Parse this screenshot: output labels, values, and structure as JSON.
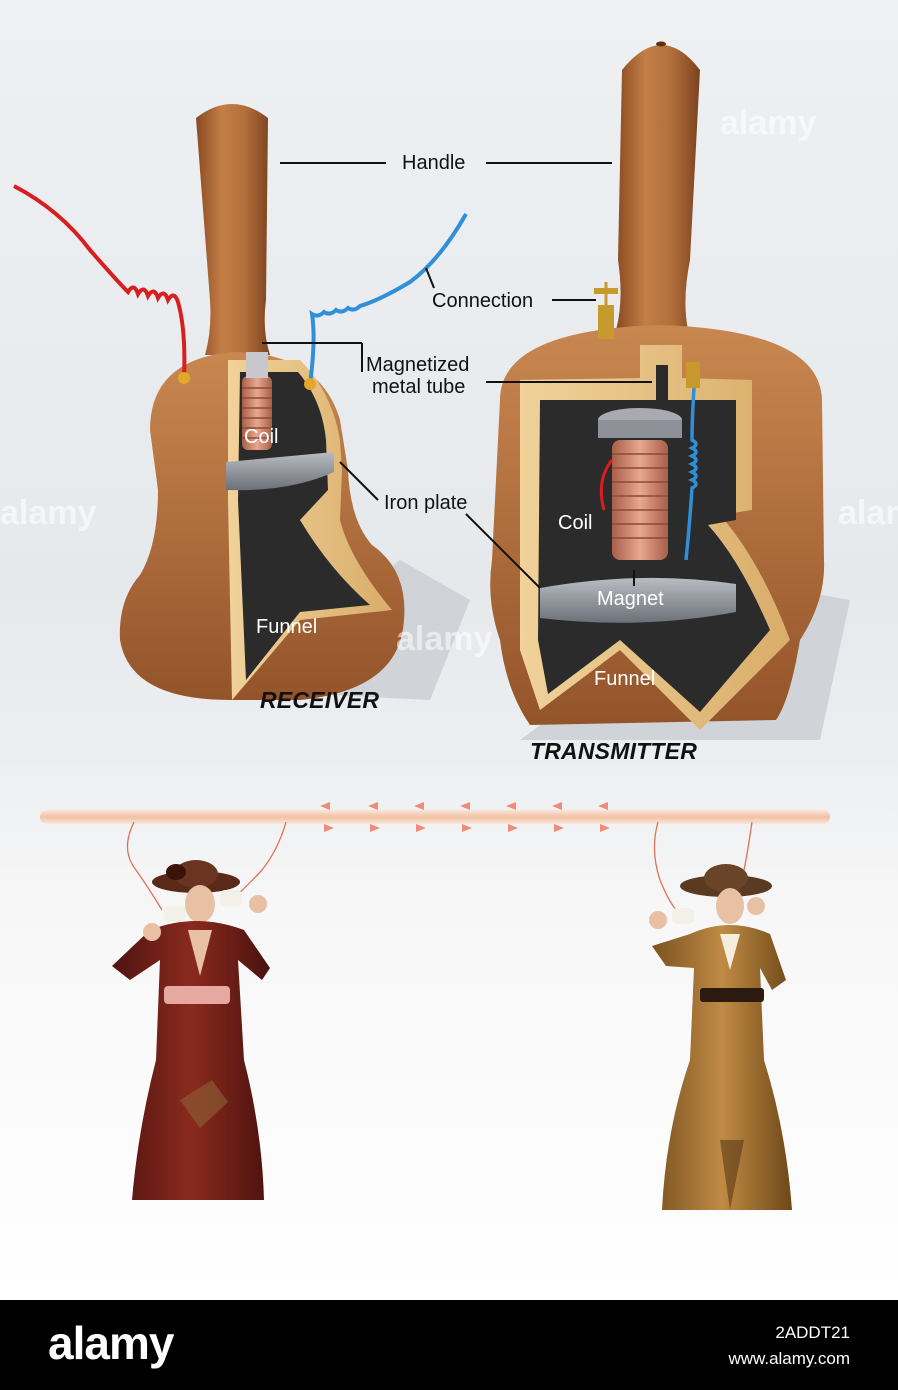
{
  "labels": {
    "handle": "Handle",
    "connection": "Connection",
    "tube_line1": "Magnetized",
    "tube_line2": "metal tube",
    "coil_receiver": "Coil",
    "coil_transmitter": "Coil",
    "iron_plate": "Iron plate",
    "magnet": "Magnet",
    "funnel_receiver": "Funnel",
    "funnel_transmitter": "Funnel"
  },
  "titles": {
    "receiver": "RECEIVER",
    "transmitter": "TRANSMITTER"
  },
  "watermark": "alamy",
  "footer": {
    "logo": "alamy",
    "image_id": "2ADDT21",
    "site": "www.alamy.com"
  },
  "colors": {
    "wood": "#b8733f",
    "wood_light": "#e3bb7c",
    "coil": "#d08a72",
    "wire_red": "#d81e1e",
    "wire_blue": "#2f8fd8",
    "plate": "#8a8e96",
    "cable": "#f0c9b0",
    "arrow": "#f08a7a"
  }
}
